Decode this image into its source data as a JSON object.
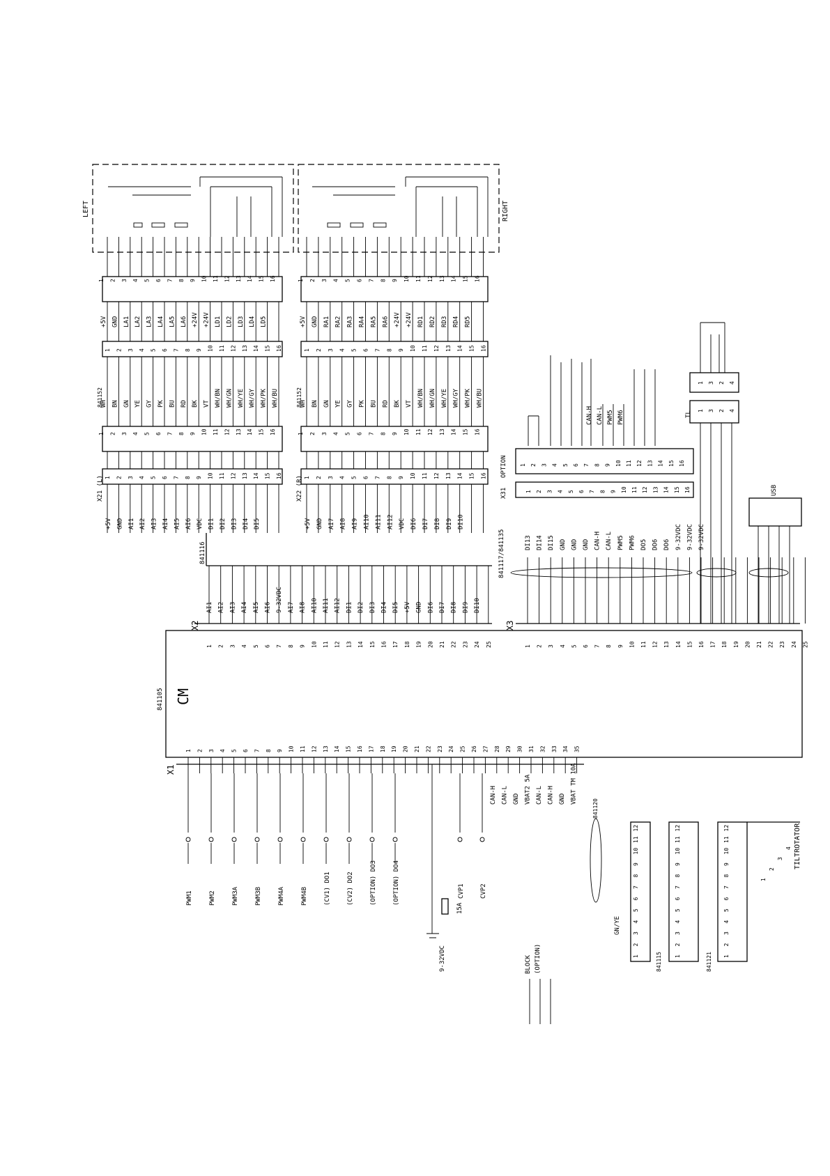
{
  "regions": {
    "left": "LEFT",
    "right": "RIGHT"
  },
  "pins16": [
    "1",
    "2",
    "3",
    "4",
    "5",
    "6",
    "7",
    "8",
    "9",
    "10",
    "11",
    "12",
    "13",
    "14",
    "15",
    "16"
  ],
  "pins35": [
    "1",
    "2",
    "3",
    "4",
    "5",
    "6",
    "7",
    "8",
    "9",
    "10",
    "11",
    "12",
    "13",
    "14",
    "15",
    "16",
    "17",
    "18",
    "19",
    "20",
    "21",
    "22",
    "23",
    "24",
    "25",
    "26",
    "27",
    "28",
    "29",
    "30",
    "31",
    "32",
    "33",
    "34",
    "35"
  ],
  "left_sensor_signals": [
    "+5V",
    "GND",
    "LA1",
    "LA2",
    "LA3",
    "LA4",
    "LA5",
    "LA6",
    "+24V",
    "+24V",
    "LD1",
    "LD2",
    "LD3",
    "LD4",
    "LD5"
  ],
  "right_sensor_signals": [
    "+5V",
    "GND",
    "RA1",
    "RA2",
    "RA3",
    "RA4",
    "RA5",
    "RA6",
    "+24V",
    "+24V",
    "RD1",
    "RD2",
    "RD3",
    "RD4",
    "RD5"
  ],
  "cable_left": {
    "part": "841152",
    "colors": [
      "WH",
      "BN",
      "GN",
      "YE",
      "GY",
      "PK",
      "BU",
      "RD",
      "BK",
      "VT",
      "WH/BN",
      "WH/GN",
      "WH/YE",
      "WH/GY",
      "WH/PK",
      "WH/BU"
    ]
  },
  "cable_right": {
    "part": "841152",
    "colors": [
      "WH",
      "BN",
      "GN",
      "YE",
      "GY",
      "PK",
      "BU",
      "RD",
      "BK",
      "VT",
      "WH/BN",
      "WH/GN",
      "WH/YE",
      "WH/GY",
      "WH/PK",
      "WH/BU"
    ]
  },
  "x21": {
    "name": "X21 (L)",
    "signals": [
      "+5V",
      "GND",
      "AI1",
      "AI2",
      "AI3",
      "AI4",
      "AI5",
      "AI6",
      "VDC",
      "DI1",
      "DI2",
      "DI3",
      "DI4",
      "DI5"
    ]
  },
  "x22": {
    "name": "X22 (R)",
    "signals": [
      "+5V",
      "GND",
      "AI7",
      "AI8",
      "AI9",
      "AI10",
      "AI11",
      "AI12",
      "VDC",
      "DI6",
      "DI7",
      "DI8",
      "DI9",
      "DI10"
    ]
  },
  "harness_part": "841116",
  "x2": {
    "name": "X2",
    "signals": [
      "AI1",
      "AI2",
      "AI3",
      "AI4",
      "AI5",
      "AI6",
      "9-32VDC",
      "AI7",
      "AI8",
      "AI10",
      "AI11",
      "AI12",
      "DI1",
      "DI2",
      "DI3",
      "DI4",
      "DI5",
      "+5V",
      "GND",
      "DI6",
      "DI7",
      "DI8",
      "DI9",
      "DI10"
    ]
  },
  "pins25": [
    "1",
    "2",
    "3",
    "4",
    "5",
    "6",
    "7",
    "8",
    "9",
    "10",
    "11",
    "12",
    "13",
    "14",
    "15",
    "16",
    "17",
    "18",
    "19",
    "20",
    "21",
    "22",
    "23",
    "24",
    "25"
  ],
  "module": {
    "part": "841105",
    "label": "CM"
  },
  "option": {
    "name": "OPTION",
    "signals": [
      "CAN-H",
      "CAN-L",
      "PWM5",
      "PWM6"
    ]
  },
  "x31": {
    "name": "X31"
  },
  "x3": {
    "name": "X3",
    "harness": "841117/841135",
    "signals": [
      "DI13",
      "DI14",
      "DI15",
      "GND",
      "GND",
      "GND",
      "CAN-H",
      "CAN-L",
      "PWM5",
      "PWM6",
      "DO5",
      "DO6",
      "DO6",
      "9-32VDC",
      "9-32VDC",
      "9-32VDC"
    ]
  },
  "tl": {
    "name": "TL",
    "pins_top": [
      "1",
      "3",
      "2",
      "4"
    ],
    "pins_bottom": [
      "1",
      "3",
      "2",
      "4"
    ]
  },
  "usb": "USB",
  "x1": {
    "name": "X1",
    "signals": [
      "CAN-H",
      "CAN-L",
      "GND",
      "VBAT2 5A",
      "CAN-L",
      "CAN-H",
      "GND",
      "VBAT TM 10A"
    ]
  },
  "outputs": [
    "PWM1",
    "PWM2",
    "PWM3A",
    "PWM3B",
    "PWM4A",
    "PWM4B",
    "(CV1) DO1",
    "(CV2) DO2",
    "(OPTION) DO3",
    "(OPTION) DO4",
    "CVP1",
    "CVP2"
  ],
  "power": {
    "supply": "9-32VDC",
    "fuse": "15A"
  },
  "block": [
    "BLOCK",
    "(OPTION)"
  ],
  "cable_gnye": "GN/YE",
  "conn_841120": "841120",
  "conn_841115": "841115",
  "conn_841121": "841121",
  "tiltrotator": "TILTROTATOR",
  "pins12": [
    "1",
    "2",
    "3",
    "4",
    "5",
    "6",
    "7",
    "8",
    "9",
    "10",
    "11",
    "12"
  ],
  "tr_pins": [
    "1",
    "2",
    "3",
    "4"
  ]
}
